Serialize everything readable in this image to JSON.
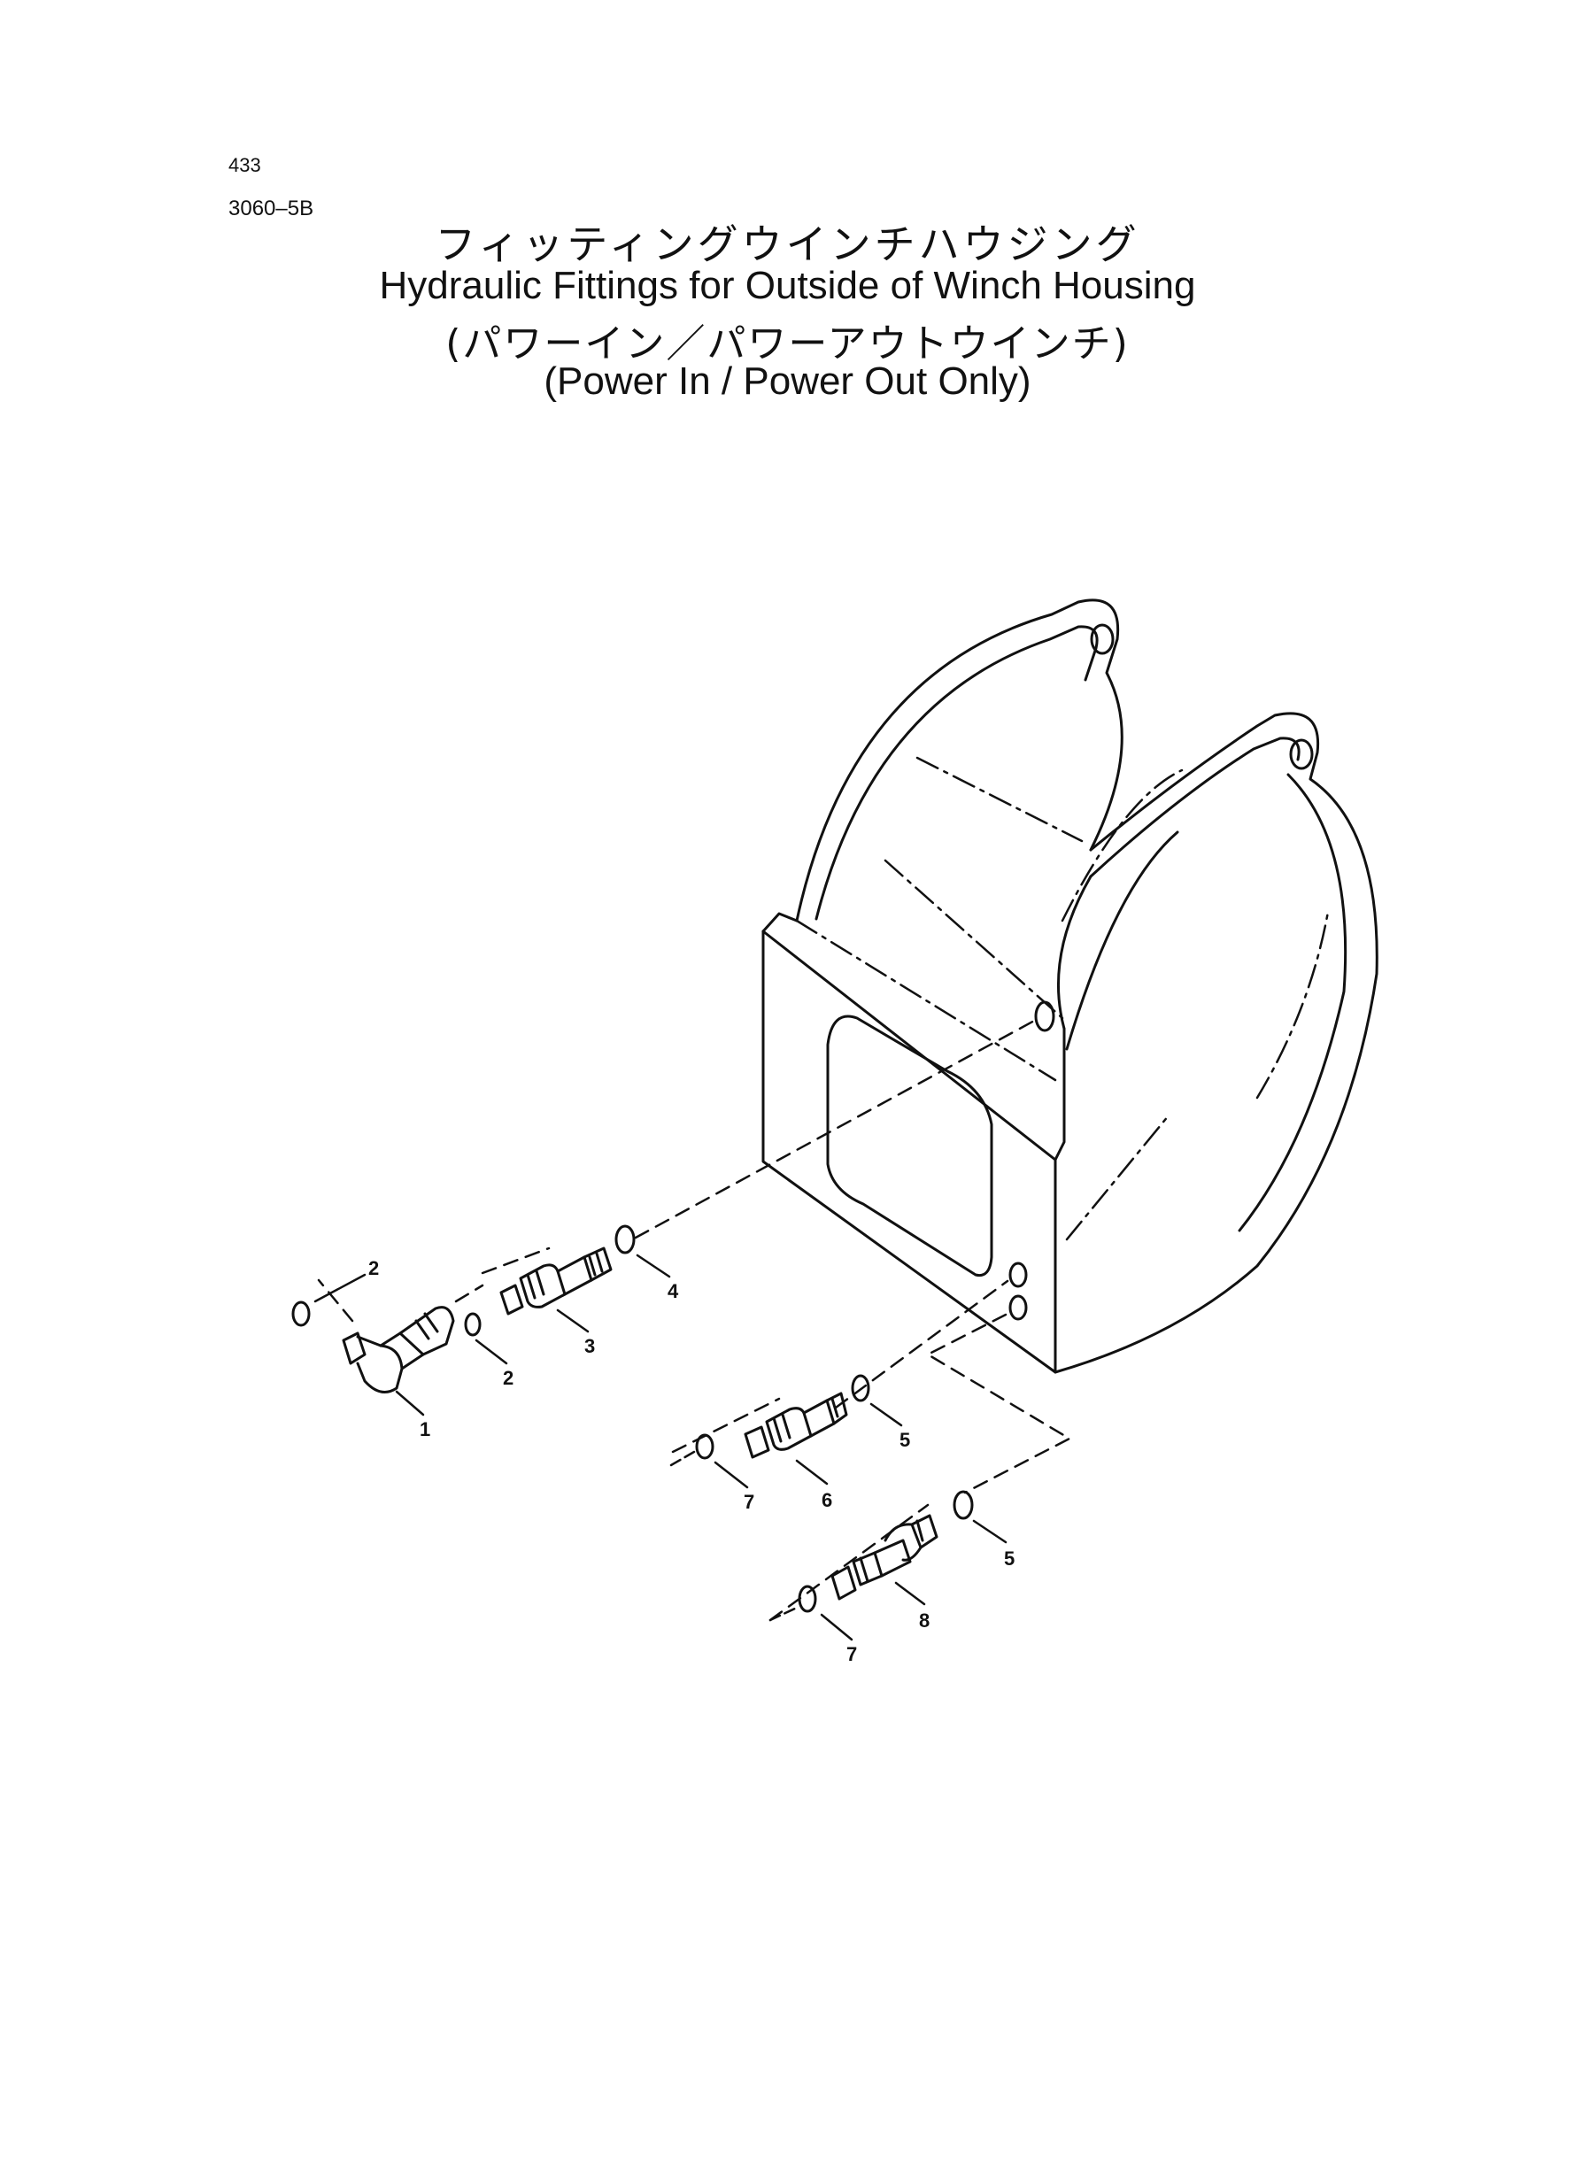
{
  "header": {
    "page_number": "433",
    "page_code": "3060–5B"
  },
  "title": {
    "japanese": "フィッティングウインチハウジング",
    "english": "Hydraulic Fittings for Outside of Winch Housing",
    "japanese_sub": "(パワーイン／パワーアウトウインチ)",
    "english_sub": "(Power In / Power Out Only)"
  },
  "callouts": {
    "c2a": "2",
    "c2b": "2",
    "c1": "1",
    "c3": "3",
    "c4": "4",
    "c5a": "5",
    "c6": "6",
    "c7a": "7",
    "c5b": "5",
    "c8": "8",
    "c7b": "7"
  }
}
